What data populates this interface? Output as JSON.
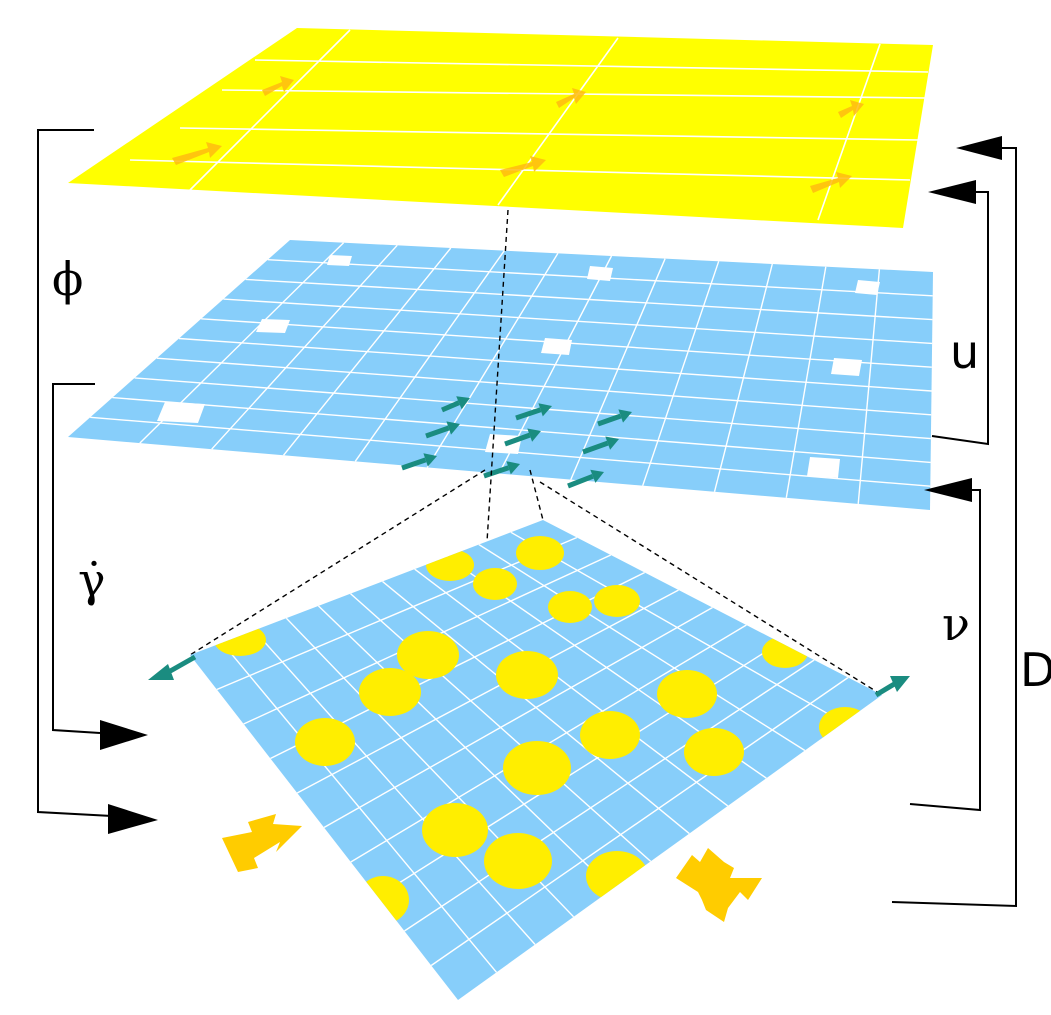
{
  "labels": {
    "phi": "ϕ",
    "gamma_dot": "γ̇",
    "u": "u",
    "nu": "ν",
    "d": "D"
  },
  "colors": {
    "macro_layer": "#ffff00",
    "meso_layer": "#87cefa",
    "micro_layer": "#87cefa",
    "grain": "#ffee00",
    "grid_line": "#ffffff",
    "velocity_arrow": "#1a8c80",
    "shear_arrow": "#ffcc00",
    "flow_arrow_macro": "#ffbb11",
    "bracket": "#000000"
  },
  "icons": [
    "velocity-arrow-icon",
    "shear-direction-arrow-icon",
    "bracket-arrow-icon"
  ]
}
